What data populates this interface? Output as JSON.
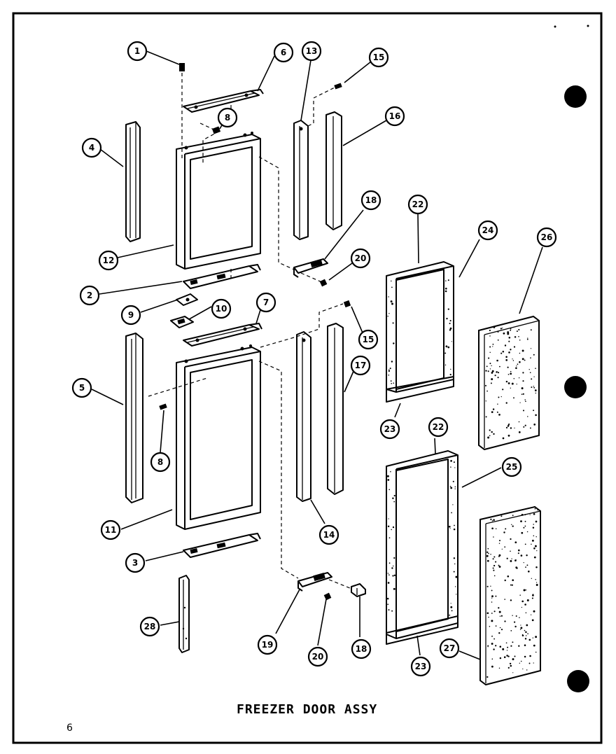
{
  "diagram": {
    "title": "FREEZER DOOR ASSY",
    "page_number": "6",
    "callouts": [
      {
        "id": "c1",
        "label": "1"
      },
      {
        "id": "c6a",
        "label": "6"
      },
      {
        "id": "c8a",
        "label": "8"
      },
      {
        "id": "c13",
        "label": "13"
      },
      {
        "id": "c15a",
        "label": "15"
      },
      {
        "id": "c16",
        "label": "16"
      },
      {
        "id": "c4",
        "label": "4"
      },
      {
        "id": "c12",
        "label": "12"
      },
      {
        "id": "c18a",
        "label": "18"
      },
      {
        "id": "c20a",
        "label": "20"
      },
      {
        "id": "c22a",
        "label": "22"
      },
      {
        "id": "c24",
        "label": "24"
      },
      {
        "id": "c26",
        "label": "26"
      },
      {
        "id": "c2",
        "label": "2"
      },
      {
        "id": "c9",
        "label": "9"
      },
      {
        "id": "c10",
        "label": "10"
      },
      {
        "id": "c7",
        "label": "7"
      },
      {
        "id": "c15b",
        "label": "15"
      },
      {
        "id": "c5",
        "label": "5"
      },
      {
        "id": "c17",
        "label": "17"
      },
      {
        "id": "c8b",
        "label": "8"
      },
      {
        "id": "c23a",
        "label": "23"
      },
      {
        "id": "c22b",
        "label": "22"
      },
      {
        "id": "c25",
        "label": "25"
      },
      {
        "id": "c11",
        "label": "11"
      },
      {
        "id": "c14",
        "label": "14"
      },
      {
        "id": "c3",
        "label": "3"
      },
      {
        "id": "c28",
        "label": "28"
      },
      {
        "id": "c19",
        "label": "19"
      },
      {
        "id": "c20b",
        "label": "20"
      },
      {
        "id": "c18b",
        "label": "18"
      },
      {
        "id": "c23b",
        "label": "23"
      },
      {
        "id": "c27",
        "label": "27"
      }
    ]
  }
}
